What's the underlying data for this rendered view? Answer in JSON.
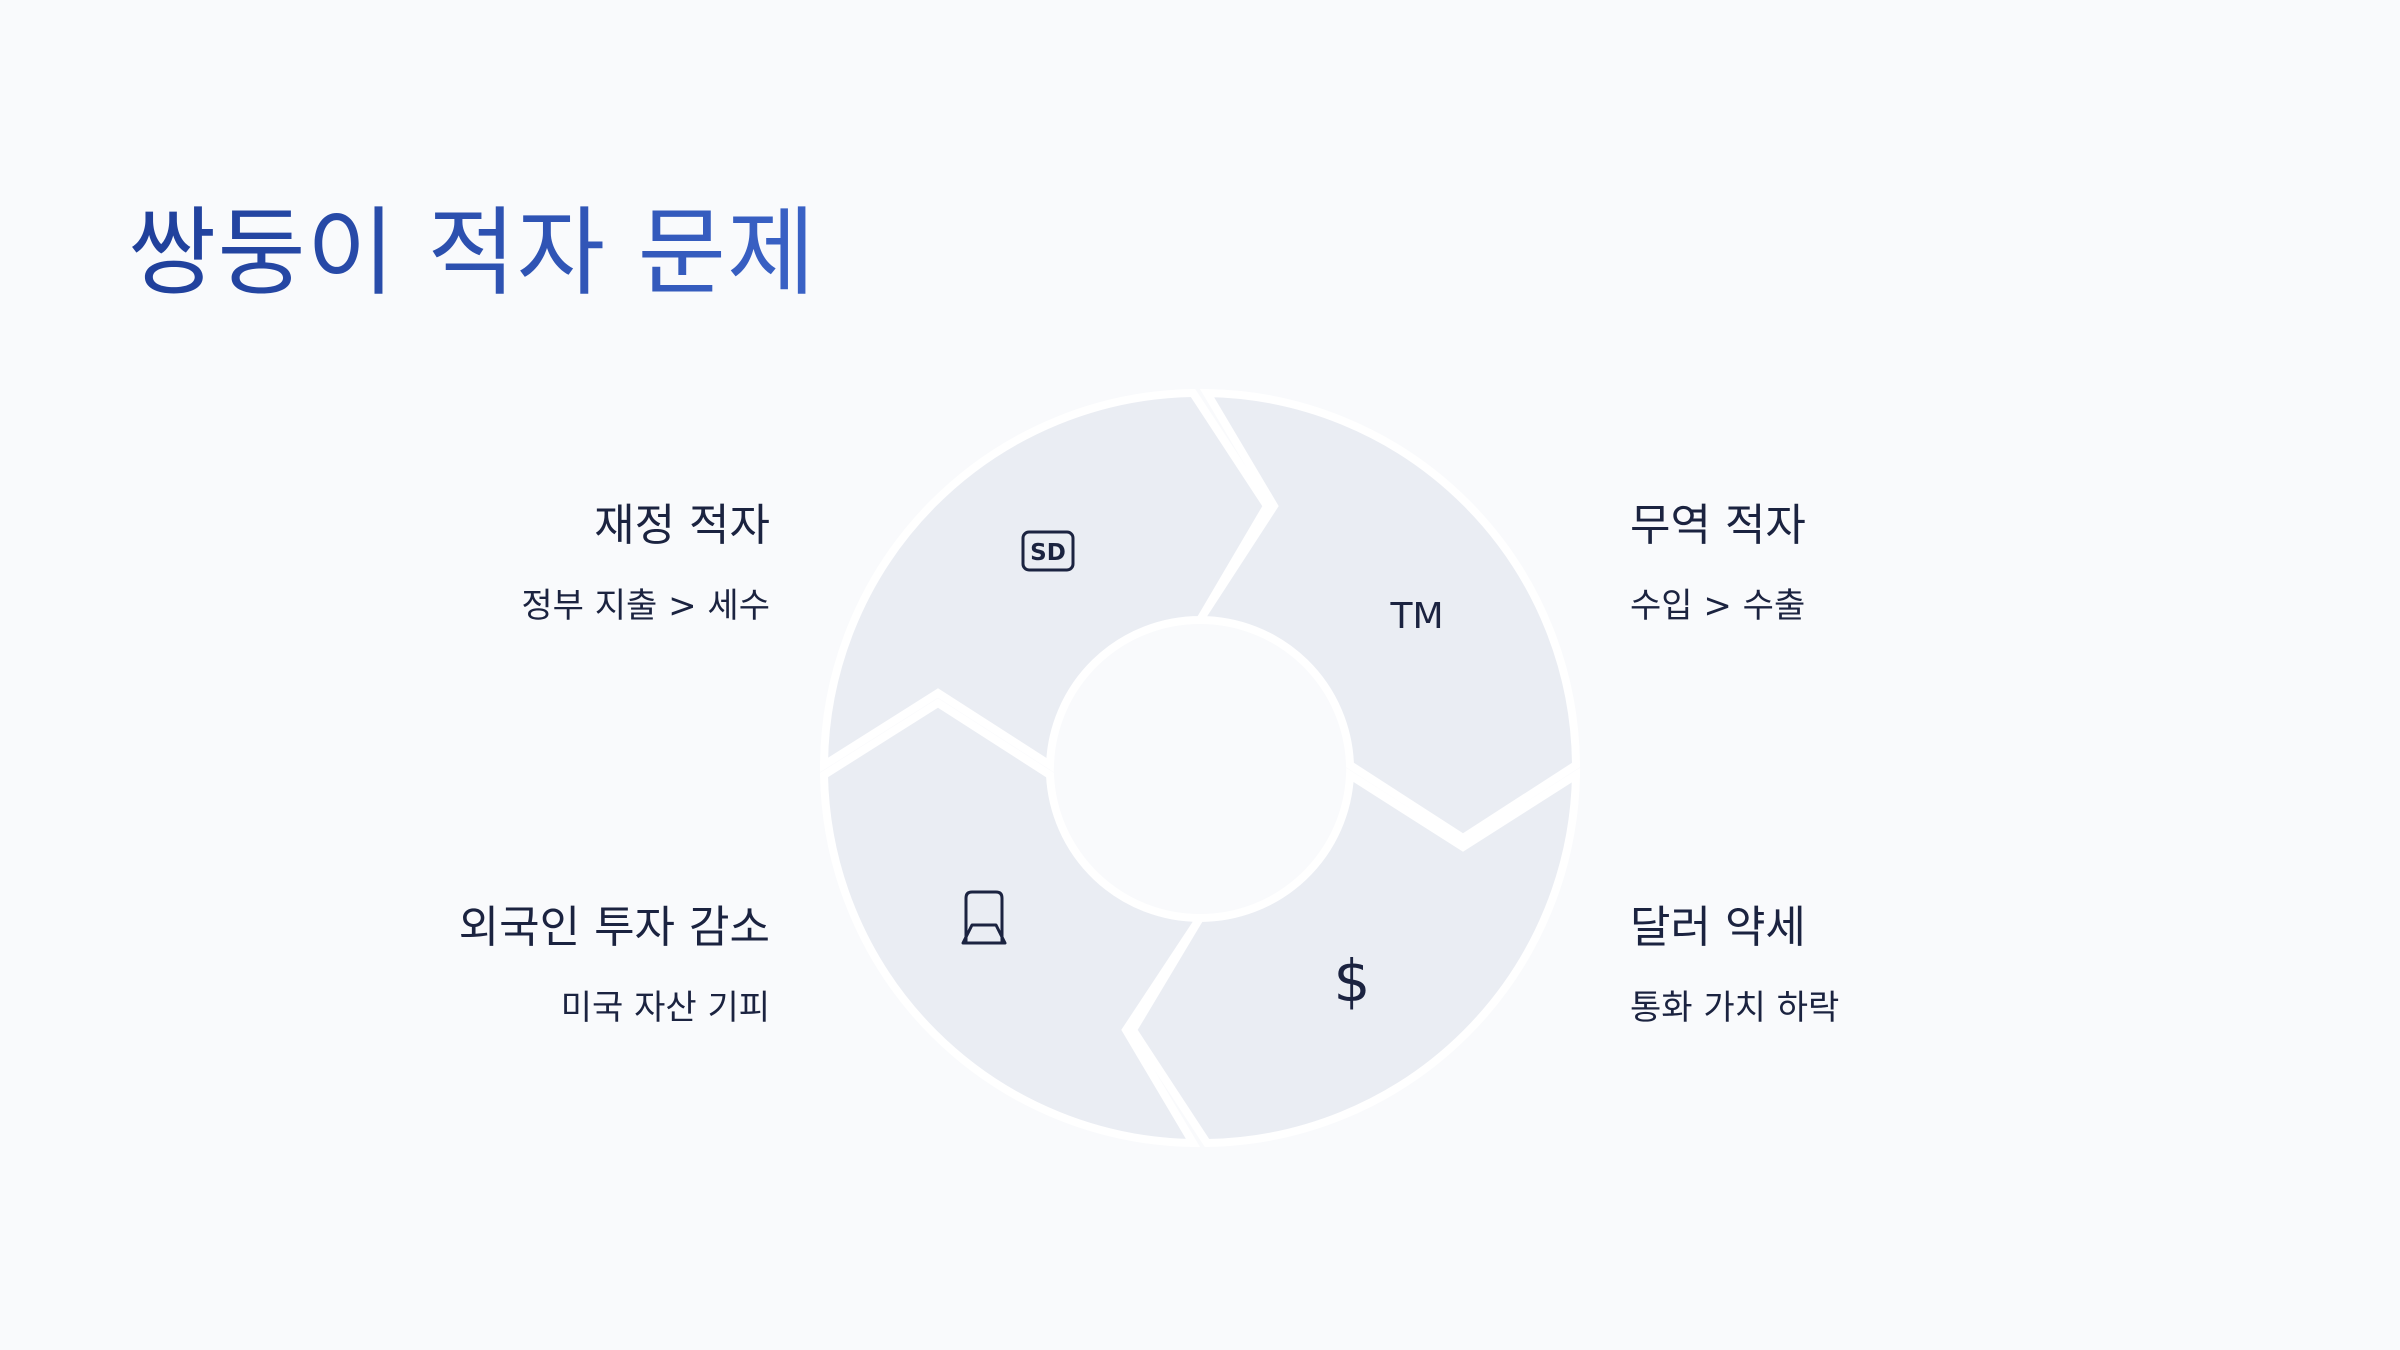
{
  "slide": {
    "title": "쌍둥이 적자 문제"
  },
  "cycle": {
    "segment_color": "#eaedf3",
    "icon_color": "#1b2340",
    "items": [
      {
        "heading": "재정 적자",
        "sub": "정부 지출 > 세수",
        "icon": "sd-card-icon"
      },
      {
        "heading": "무역 적자",
        "sub": "수입 > 수출",
        "icon": "trademark-icon"
      },
      {
        "heading": "달러 약세",
        "sub": "통화 가치 하락",
        "icon": "dollar-icon"
      },
      {
        "heading": "외국인 투자 감소",
        "sub": "미국 자산 기피",
        "icon": "mobile-device-icon"
      }
    ],
    "icon_texts": {
      "sd": "SD",
      "tm": "TM",
      "dollar": "$"
    }
  }
}
